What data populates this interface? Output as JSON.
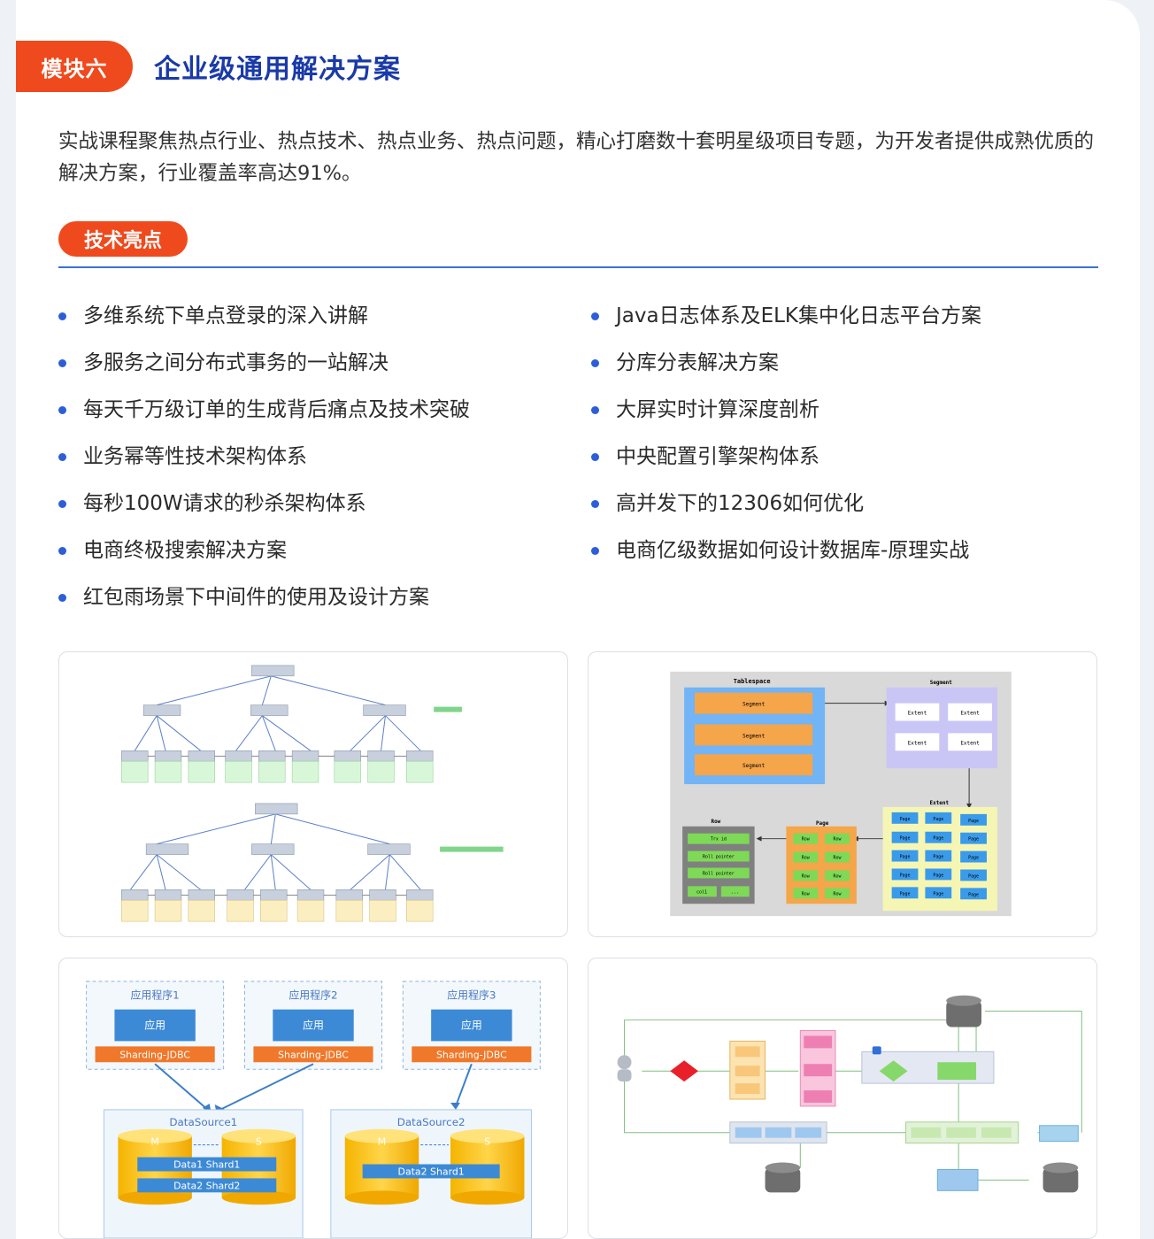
{
  "module": {
    "tag": "模块六",
    "title": "企业级通用解决方案"
  },
  "intro": "实战课程聚焦热点行业、热点技术、热点业务、热点问题，精心打磨数十套明星级项目专题，为开发者提供成熟优质的解决方案，行业覆盖率高达91%。",
  "highlights": {
    "tag": "技术亮点",
    "left": [
      "多维系统下单点登录的深入讲解",
      "多服务之间分布式事务的一站解决",
      "每天千万级订单的生成背后痛点及技术突破",
      "业务幂等性技术架构体系",
      "每秒100W请求的秒杀架构体系",
      "电商终极搜索解决方案",
      "红包雨场景下中间件的使用及设计方案"
    ],
    "right": [
      "Java日志体系及ELK集中化日志平台方案",
      "分库分表解决方案",
      "大屏实时计算深度剖析",
      "中央配置引擎架构体系",
      "高并发下的12306如何优化",
      "电商亿级数据如何设计数据库-原理实战"
    ]
  },
  "diagram_tablespace": {
    "tablespace": "Tablespace",
    "segment_title": "Segment",
    "segment": "Segment",
    "extent_title": "Extent",
    "extent": "Extent",
    "page_title": "Page",
    "page": "Page",
    "row_title": "Row",
    "row": "Row",
    "row_fields": [
      "Trx id",
      "Roll pointer",
      "Roll pointer",
      "col1",
      "..."
    ]
  },
  "diagram_sharding": {
    "apps": [
      {
        "title": "应用程序1",
        "app": "应用",
        "jdbc": "Sharding-JDBC"
      },
      {
        "title": "应用程序2",
        "app": "应用",
        "jdbc": "Sharding-JDBC"
      },
      {
        "title": "应用程序3",
        "app": "应用",
        "jdbc": "Sharding-JDBC"
      }
    ],
    "ds1": {
      "title": "DataSource1",
      "m": "M",
      "s": "S",
      "shard1": "Data1 Shard1",
      "shard2": "Data2 Shard2"
    },
    "ds2": {
      "title": "DataSource2",
      "m": "M",
      "s": "S",
      "shard1": "Data2 Shard1"
    }
  },
  "colors": {
    "accent": "#ef4a1d",
    "title": "#1a3aa8",
    "bullet": "#2d5ed8"
  }
}
